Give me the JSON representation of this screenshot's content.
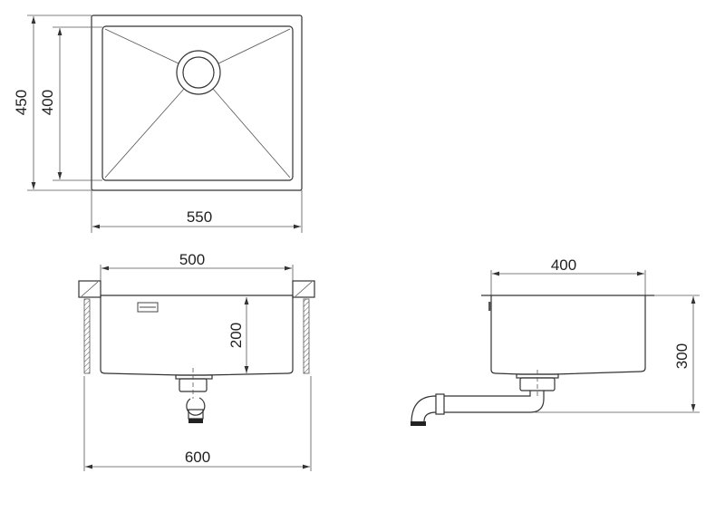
{
  "top_view": {
    "width_outer": "550",
    "depth_outer": "450",
    "depth_inner": "400"
  },
  "front_view": {
    "bowl_width": "500",
    "bowl_depth": "200",
    "cabinet_width": "600"
  },
  "side_view": {
    "bowl_length": "400",
    "total_depth": "300"
  },
  "colors": {
    "line": "#333333",
    "background": "#ffffff"
  }
}
